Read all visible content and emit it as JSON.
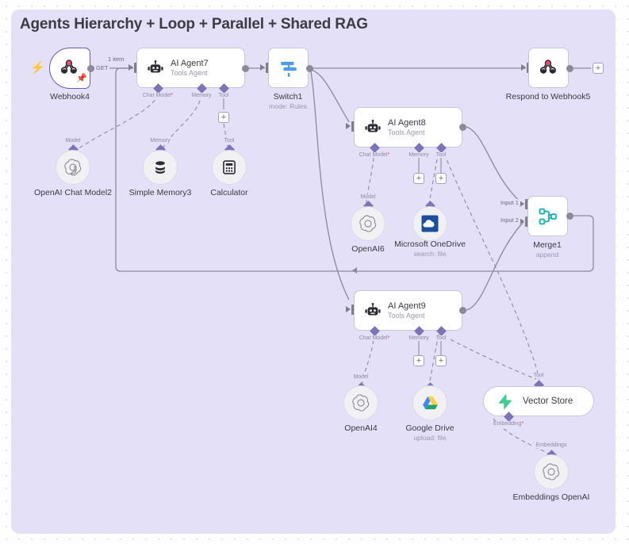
{
  "canvas": {
    "title": "Agents Hierarchy + Loop + Parallel + Shared RAG"
  },
  "nodes": {
    "webhook4": {
      "label": "Webhook4",
      "sublabel": "",
      "method": "GET",
      "items": "1 item",
      "icon": "n8n-webhook-icon"
    },
    "ai_agent7": {
      "label": "AI Agent7",
      "sublabel": "Tools Agent",
      "icon": "robot-icon"
    },
    "switch1": {
      "label": "Switch1",
      "sublabel": "mode: Rules",
      "icon": "switch-icon"
    },
    "respond5": {
      "label": "Respond to Webhook5",
      "sublabel": "",
      "icon": "n8n-webhook-icon"
    },
    "ai_agent8": {
      "label": "AI Agent8",
      "sublabel": "Tools Agent",
      "icon": "robot-icon"
    },
    "ai_agent9": {
      "label": "AI Agent9",
      "sublabel": "Tools Agent",
      "icon": "robot-icon"
    },
    "merge1": {
      "label": "Merge1",
      "sublabel": "append",
      "icon": "merge-icon"
    },
    "openai_chat_model2": {
      "label": "OpenAI Chat Model2",
      "sublabel": "",
      "icon": "openai-icon"
    },
    "simple_memory3": {
      "label": "Simple Memory3",
      "sublabel": "",
      "icon": "database-icon"
    },
    "calculator": {
      "label": "Calculator",
      "sublabel": "",
      "icon": "calculator-icon"
    },
    "openai6": {
      "label": "OpenAI6",
      "sublabel": "",
      "icon": "openai-icon"
    },
    "onedrive": {
      "label": "Microsoft OneDrive",
      "sublabel": "search: file",
      "icon": "onedrive-icon"
    },
    "openai4": {
      "label": "OpenAI4",
      "sublabel": "",
      "icon": "openai-icon"
    },
    "google_drive": {
      "label": "Google Drive",
      "sublabel": "upload: file",
      "icon": "google-drive-icon"
    },
    "vector_store": {
      "label": "Vector Store",
      "sublabel": "",
      "icon": "supabase-icon"
    },
    "embeddings_openai": {
      "label": "Embeddings OpenAI",
      "sublabel": "",
      "icon": "openai-icon"
    }
  },
  "ports": {
    "chat_model": "Chat Model",
    "memory": "Memory",
    "tool": "Tool",
    "model": "Model",
    "embedding": "Embedding",
    "embeddings": "Embeddings",
    "input1": "Input 1",
    "input2": "Input 2"
  },
  "buttons": {
    "plus": "+"
  },
  "colors": {
    "panel_bg": "#e4e0f7",
    "node_border": "#c9c6d4",
    "wire": "#8a8a98",
    "ai_wire": "#8e8aa6",
    "accent_purple": "#7b74b8",
    "trigger_orange": "#ff6d38",
    "webhook_pink": "#ea4b71",
    "switch_blue": "#4e9bea",
    "merge_teal": "#20b2bd",
    "supabase_green": "#3ecf8e"
  }
}
